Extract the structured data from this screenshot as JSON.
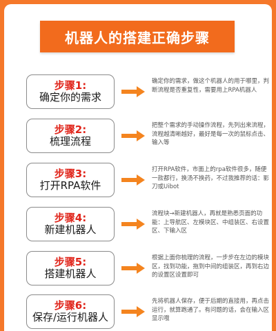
{
  "title": "机器人的搭建正确步骤",
  "colors": {
    "accent": "#f26b1d",
    "step_number": "#e0251b",
    "arrow": "#f4841f"
  },
  "steps": [
    {
      "number": "步骤1:",
      "title": "确定你的需求",
      "desc": "确定你的需求，做这个机器人的用于哪里，判断流程是否重复性，需要用上RPA机器人"
    },
    {
      "number": "步骤2:",
      "title": "梳理流程",
      "desc": "把整个需求的手动操作流程，先列出来流程，流程越清晰越好，最好是每一次的鼠标点击、输入等"
    },
    {
      "number": "步骤3:",
      "title": "打开RPA软件",
      "desc": "打开RPA软件，市面上的rpa软件很多，随便一款都行，换汤不换药，不过我推荐的话：影刀或Uibot"
    },
    {
      "number": "步骤4:",
      "title": "新建机器人",
      "desc": "流程块→新建机器人，再就是熟悉页面的功能：上导航区、左模块区、中组装区、右设置区、下输入区"
    },
    {
      "number": "步骤5:",
      "title": "搭建机器人",
      "desc": "根据上面你梳理的流程，一步步在左边的模块区，找到功能，拖到中间的组装区，再到右边的设置区设置即可"
    },
    {
      "number": "步骤6:",
      "title": "保存/运行机器人",
      "desc": "先将机器人保存，便于后期的直接用，再点击运行，就算跑通了。有问题的话，会在输入区显示哦"
    }
  ]
}
